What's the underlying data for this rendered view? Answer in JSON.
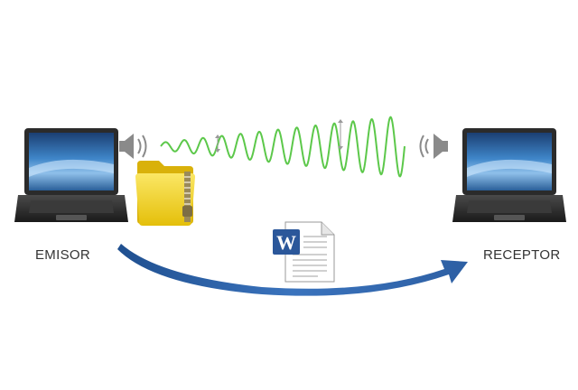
{
  "labels": {
    "sender": "EMISOR",
    "receiver": "RECEPTOR"
  },
  "icons": {
    "sender_device": "laptop-icon",
    "receiver_device": "laptop-icon",
    "sender_speaker": "speaker-icon",
    "receiver_speaker": "speaker-icon",
    "folder": "zip-folder-icon",
    "document": "word-document-icon",
    "document_letter": "W"
  },
  "colors": {
    "wave": "#5cc84a",
    "arrow": "#2d5fa3",
    "folder": "#f2d21a",
    "word_blue": "#2b579a",
    "screen": "#2f6aa8"
  }
}
